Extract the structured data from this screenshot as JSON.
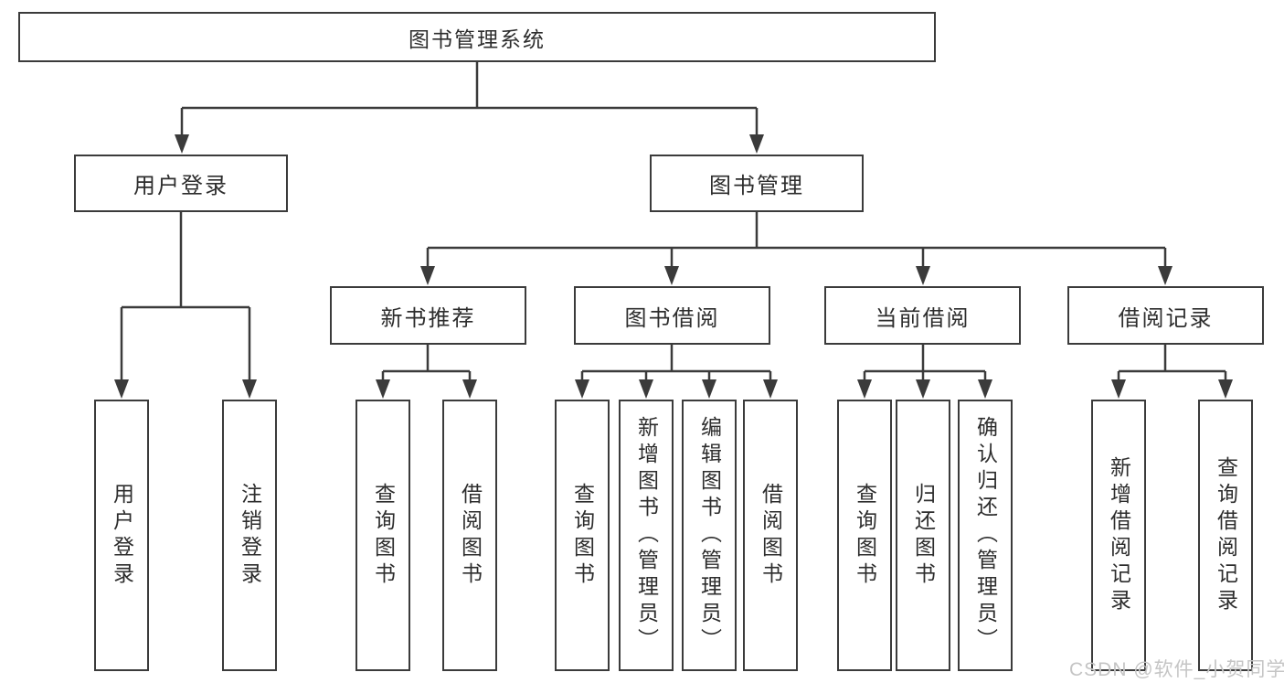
{
  "tree": {
    "root": {
      "label": "图书管理系统"
    },
    "user_login": {
      "label": "用户登录",
      "children": [
        {
          "label": "用户登录"
        },
        {
          "label": "注销登录"
        }
      ]
    },
    "book_management": {
      "label": "图书管理"
    },
    "new_book_recommend": {
      "label": "新书推荐",
      "children": [
        {
          "label": "查询图书"
        },
        {
          "label": "借阅图书"
        }
      ]
    },
    "book_borrowing": {
      "label": "图书借阅",
      "children": [
        {
          "label": "查询图书"
        },
        {
          "label": "新增图书（管理员）"
        },
        {
          "label": "编辑图书（管理员）"
        },
        {
          "label": "借阅图书"
        }
      ]
    },
    "current_borrowing": {
      "label": "当前借阅",
      "children": [
        {
          "label": "查询图书"
        },
        {
          "label": "归还图书"
        },
        {
          "label": "确认归还（管理员）"
        }
      ]
    },
    "borrowing_records": {
      "label": "借阅记录",
      "children": [
        {
          "label": "新增借阅记录"
        },
        {
          "label": "查询借阅记录"
        }
      ]
    }
  },
  "watermark": {
    "text": "CSDN @软件_小贺同学"
  },
  "colors": {
    "line": "#3b3b3b",
    "text": "#2d2d2d",
    "watermark": "#c5c5c5",
    "background": "#ffffff"
  }
}
